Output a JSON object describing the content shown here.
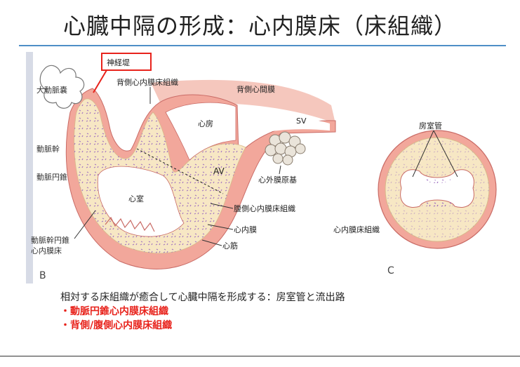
{
  "title": "心臓中隔の形成：心内膜床（床組織）",
  "figure": {
    "labels": {
      "neural_ridge": "神経堤",
      "aortic_sac": "大動脈嚢",
      "dorsal_cushion": "背側心内膜床組織",
      "dorsal_mesocardium": "背側心間膜",
      "atrium": "心房",
      "sv": "SV",
      "truncus": "動脈幹",
      "conus": "動脈円錐",
      "av": "AV",
      "proepicardium": "心外膜原基",
      "ventricle": "心室",
      "ventral_cushion": "腹側心内膜床組織",
      "endocardium": "心内膜",
      "myocardium": "心筋",
      "truncoconal_cushion_line1": "動脈幹円錐",
      "truncoconal_cushion_line2": "心内膜床",
      "panel_b": "B",
      "av_canal": "房室管",
      "cushion_tissue": "心内膜床組織",
      "panel_c": "C"
    }
  },
  "caption": {
    "line1": "相対する床組織が癒合して心臓中隔を形成する：房室管と流出路",
    "bullet1": "・動脈円錐心内膜床組織",
    "bullet2": "・背側/腹側心内膜床組織"
  },
  "colors": {
    "rule": "#4f8fc7",
    "muscle": "#f2a79b",
    "cushion": "#f7e7c4",
    "cells": "#9b6bbf",
    "highlight": "#e8231c"
  }
}
